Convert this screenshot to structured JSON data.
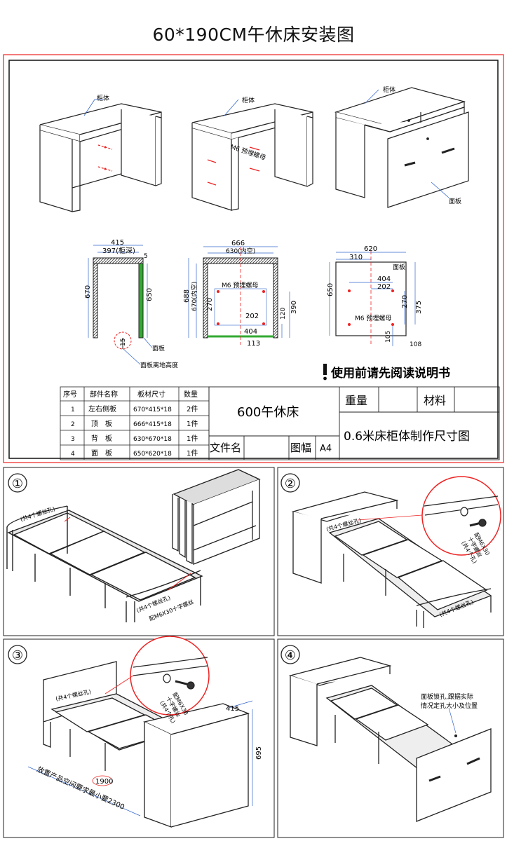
{
  "title": "60*190CM午休床安装图",
  "labels": {
    "cabinet": "柜体",
    "panel": "面板",
    "m6_nut": "M6 预埋螺母",
    "m6_nut2": "M6 预埋螺母",
    "panel_height": "面板离地高度"
  },
  "dims": {
    "side_width": "415",
    "side_inner": "397(柜深)",
    "side_5": "5",
    "side_670": "670",
    "side_650": "650",
    "side_15": "15",
    "back_666": "666",
    "back_630": "630(内空)",
    "back_688": "688",
    "back_670": "670(内空)",
    "back_270": "270",
    "back_202": "202",
    "back_404": "404",
    "back_120": "120",
    "back_390": "390",
    "back_113": "113",
    "panel_620": "620",
    "panel_310": "310",
    "panel_650": "650",
    "panel_404": "404",
    "panel_202": "202",
    "panel_270": "270",
    "panel_375": "375",
    "panel_105": "105",
    "panel_108": "108"
  },
  "notice": "使用前请先阅读说明书",
  "table": {
    "headers": [
      "序号",
      "部件名称",
      "板材尺寸",
      "数量"
    ],
    "rows": [
      [
        "1",
        "左右侧板",
        "670*415*18",
        "2件"
      ],
      [
        "2",
        "顶　板",
        "666*415*18",
        "1件"
      ],
      [
        "3",
        "背　板",
        "630*670*18",
        "1件"
      ],
      [
        "4",
        "面　板",
        "650*620*18",
        "1件"
      ]
    ]
  },
  "info": {
    "product": "600午休床",
    "weight": "重量",
    "material": "材料",
    "filename": "文件名",
    "sheet": "图幅",
    "sheet_size": "A4",
    "drawing_name": "0.6米床柜体制作尺寸图"
  },
  "steps": {
    "s1": "①",
    "s2": "②",
    "s3": "③",
    "s4": "④",
    "s1_holes_a": "(共4个螺丝孔)",
    "s1_holes_b": "(共4个螺丝孔)",
    "s1_screw": "配M6X30十字螺丝",
    "s2_screw": "配M6X30",
    "s2_screw2": "十字螺丝",
    "s2_screw3": "(共4个孔)",
    "s2_holes": "(共4个螺丝孔)",
    "s3_holes": "(共4个螺丝孔)",
    "s3_screw": "配M6X30",
    "s3_screw2": "十字螺丝",
    "s3_screw3": "(共4个孔)",
    "s3_415": "415",
    "s3_695": "695",
    "s3_1900": "1900",
    "s3_space": "放置产品空间要求最小要2300",
    "s4_note1": "面板锁孔,跟据实际",
    "s4_note2": "情况定孔大小及位置"
  }
}
